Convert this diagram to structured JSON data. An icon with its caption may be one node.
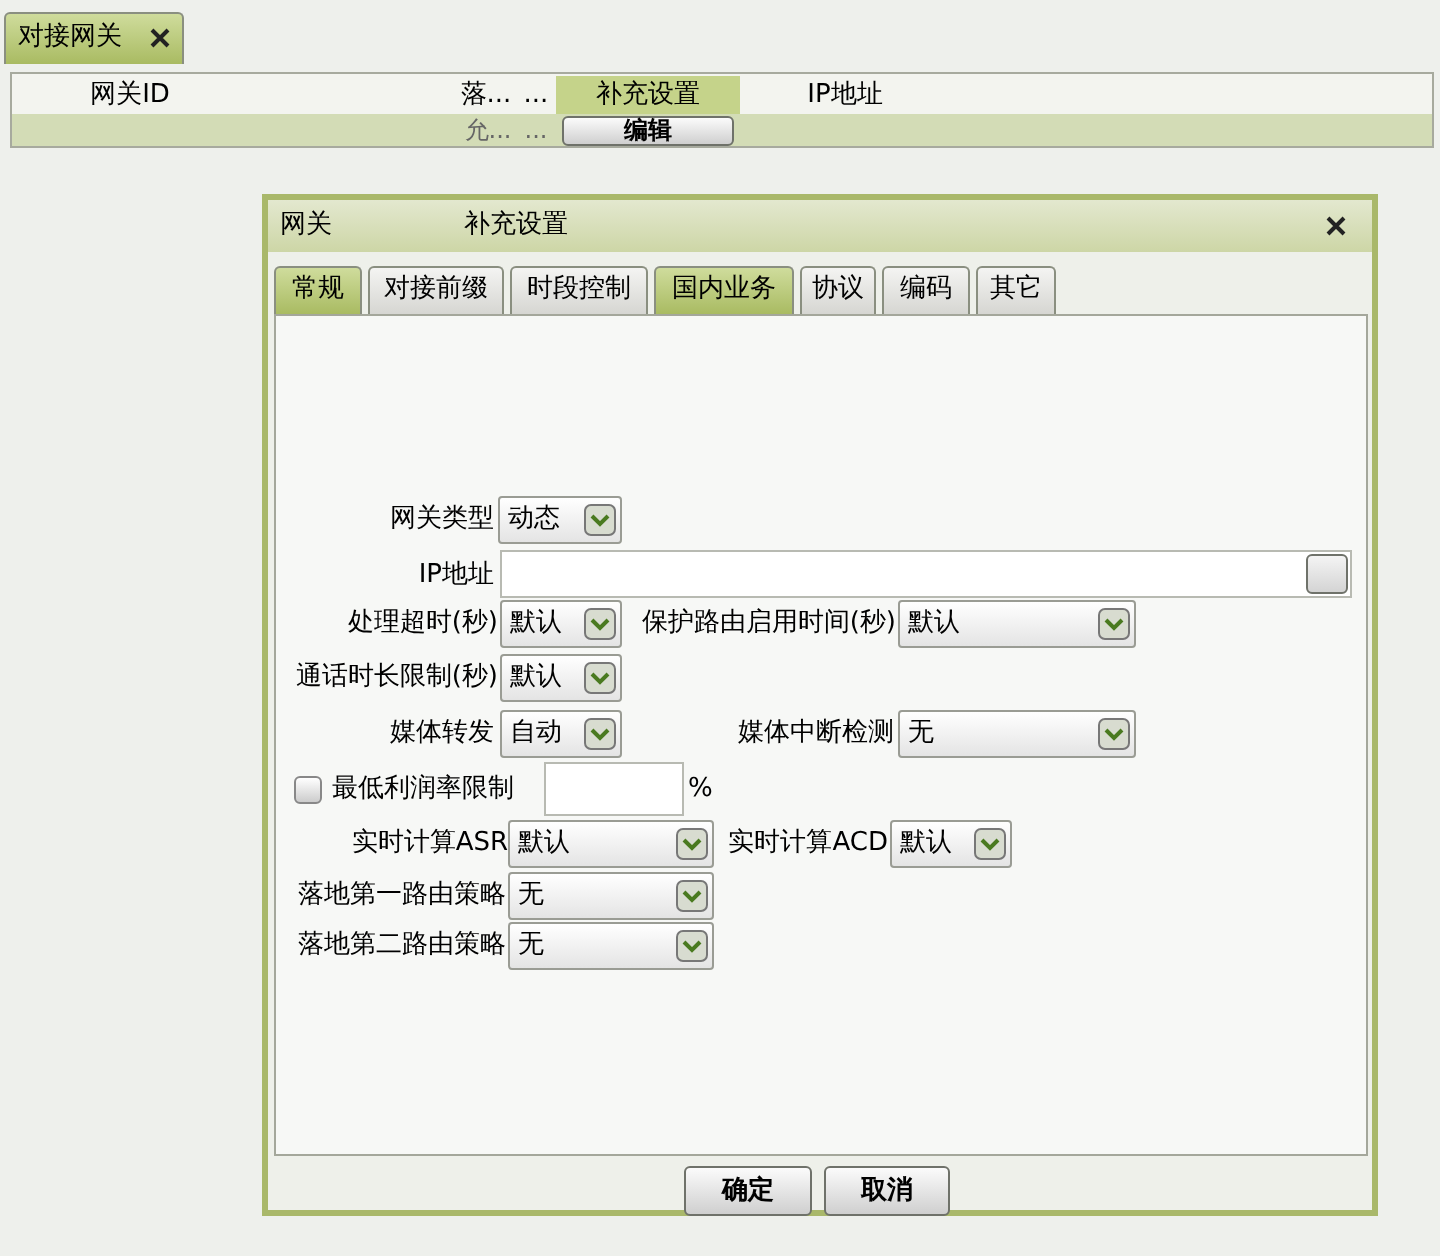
{
  "diagram": {
    "labels": [
      "对接网关",
      "网关ID",
      "落...",
      "...",
      "补充设置",
      "IP地址",
      "允...",
      "...",
      "编辑",
      "网关",
      "补充设置",
      "常规",
      "对接前缀",
      "时段控制",
      "国内业务",
      "协议",
      "编码",
      "其它",
      "网关类型",
      "动态",
      "IP地址",
      "处理超时(秒)",
      "默认",
      "保护路由启用时间(秒)",
      "默认",
      "通话时长限制(秒)",
      "默认",
      "媒体转发",
      "自动",
      "媒体中断检测",
      "无",
      "最低利润率限制",
      "%",
      "实时计算ASR",
      "默认",
      "实时计算ACD",
      "默认",
      "落地第一路由策略",
      "无",
      "落地第二路由策略",
      "无",
      "确定",
      "取消"
    ]
  }
}
